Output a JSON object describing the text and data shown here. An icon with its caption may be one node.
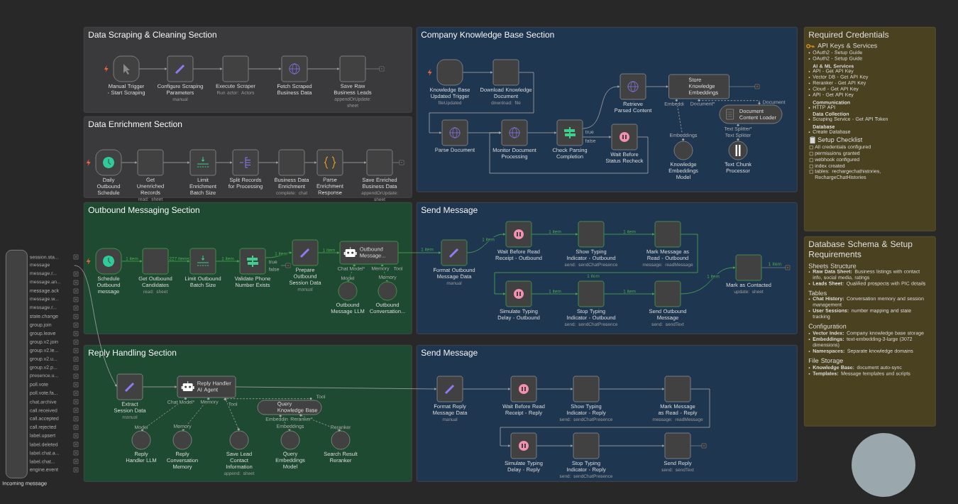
{
  "diagram": {
    "nodes": [
      {
        "text": [
          "Incoming message"
        ],
        "beside": [
          "session.sta...",
          "message",
          "message.r...",
          "message.an...",
          "message.ack",
          "message.w...",
          "message.r...",
          "state.change",
          "group.join",
          "group.leave",
          "group.v2.join",
          "group.v2.le...",
          "group.v2.u...",
          "group.v2.p...",
          "presence.u...",
          "poll.vote",
          "poll.vote.fa...",
          "chat.archive",
          "call.received",
          "call.accepted",
          "call.rejected",
          "label.upsert",
          "label.deleted",
          "label.chat.a...",
          "label.chat...",
          "engine.event"
        ]
      },
      {
        "text": [
          "Data Scraping & Cleaning Section"
        ]
      },
      {
        "text": [
          "Manual Trigger - Start Scraping"
        ],
        "in": 1
      },
      {
        "text": [
          "Configure Scraping Parameters",
          "manual"
        ],
        "in": 1
      },
      {
        "text": [
          "Execute Scraper",
          "Run actor: Actors"
        ],
        "in": 1
      },
      {
        "text": [
          "Fetch Scraped Business Data"
        ],
        "in": 1
      },
      {
        "text": [
          "Save Raw Business Leads",
          "appendOrUpdate: sheet"
        ],
        "in": 1
      },
      {
        "text": [
          "Data Enrichment Section"
        ]
      },
      {
        "text": [
          "Daily Outbound Schedule"
        ],
        "in": 7
      },
      {
        "text": [
          "Get Unenriched Records",
          "read: sheet"
        ],
        "in": 7
      },
      {
        "text": [
          "Limit Enrichment Batch Size"
        ],
        "in": 7
      },
      {
        "text": [
          "Split Records for Processing"
        ],
        "in": 7
      },
      {
        "text": [
          "Business Data Enrichment",
          "complete: chat"
        ],
        "in": 7
      },
      {
        "text": [
          "Parse Enrichment Response"
        ],
        "in": 7
      },
      {
        "text": [
          "Save Enriched Business Data",
          "appendOrUpdate: sheet"
        ],
        "in": 7
      },
      {
        "text": [
          "Company Knowledge Base Section"
        ]
      },
      {
        "text": [
          "Knowledge Base Updated Trigger",
          "fileUpdated"
        ],
        "in": 15
      },
      {
        "text": [
          "Download Knowledge Document",
          "download: file"
        ],
        "in": 15
      },
      {
        "text": [
          "Parse Document"
        ],
        "in": 15
      },
      {
        "text": [
          "Monitor Document Processing"
        ],
        "in": 15
      },
      {
        "text": [
          "Check Parsing Completion"
        ],
        "in": 15,
        "beside": [
          "true",
          "false"
        ]
      },
      {
        "text": [
          "Retrieve Parsed Content"
        ],
        "in": 15
      },
      {
        "text": [
          "Wait Before Status Recheck"
        ],
        "in": 15
      },
      {
        "text": [
          "Store Knowledge Embeddings"
        ],
        "in": 15,
        "beside": [
          "Embeddi",
          "Document*"
        ]
      },
      {
        "text": [
          "Document Content Loader"
        ],
        "in": 15,
        "beside": [
          "Document",
          "Text Splitter*"
        ]
      },
      {
        "text": [
          "Knowledge Embeddings Model"
        ],
        "in": 15,
        "beside": [
          "Embeddings"
        ]
      },
      {
        "text": [
          "Text Chunk Processor"
        ],
        "in": 15,
        "beside": [
          "Text Splitter"
        ]
      },
      {
        "text": [
          "Outbound Messaging Section"
        ]
      },
      {
        "text": [
          "Schedule Outbound message"
        ],
        "in": 27
      },
      {
        "text": [
          "Get Outbound Candidates",
          "read: sheet"
        ],
        "in": 27
      },
      {
        "text": [
          "Limit Outbound Batch Size"
        ],
        "in": 27
      },
      {
        "text": [
          "Validate Phone Number Exists"
        ],
        "in": 27,
        "beside": [
          "true",
          "false"
        ]
      },
      {
        "text": [
          "Prepare Outbound Session Data",
          "manual"
        ],
        "in": 27
      },
      {
        "text": [
          "Outbound Message..."
        ],
        "in": 27,
        "beside": [
          "Chat Model*",
          "Memory",
          "Tool"
        ]
      },
      {
        "text": [
          "Outbound Message LLM"
        ],
        "in": 27,
        "beside": [
          "Model"
        ]
      },
      {
        "text": [
          "Outbound Conversation..."
        ],
        "in": 27,
        "beside": [
          "Memory"
        ]
      },
      {
        "text": [
          "Send Message"
        ]
      },
      {
        "text": [
          "Format Outbound Message Data",
          "manual"
        ],
        "in": 36
      },
      {
        "text": [
          "Wait Before Read Receipt - Outbound"
        ],
        "in": 36
      },
      {
        "text": [
          "Show Typing Indicator - Outbound",
          "send: sendChatPresence"
        ],
        "in": 36
      },
      {
        "text": [
          "Mark Message as Read - Outbound",
          "message: readMessage"
        ],
        "in": 36
      },
      {
        "text": [
          "Simulate Typing Delay - Outbound"
        ],
        "in": 36
      },
      {
        "text": [
          "Stop Typing Indicator - Outbound",
          "send: sendChatPresence"
        ],
        "in": 36
      },
      {
        "text": [
          "Send Outbound Message",
          "send: sendText"
        ],
        "in": 36
      },
      {
        "text": [
          "Mark as Contacted",
          "update: sheet"
        ],
        "in": 36,
        "beside": [
          "1 item"
        ]
      },
      {
        "text": [
          "Reply Handling Section"
        ]
      },
      {
        "text": [
          "Extract Session Data",
          "manual"
        ],
        "in": 45
      },
      {
        "text": [
          "Reply Handler AI Agent"
        ],
        "in": 45,
        "beside": [
          "Chat Model*",
          "Memory",
          "Tool"
        ]
      },
      {
        "text": [
          "Reply Handler LLM"
        ],
        "in": 45,
        "beside": [
          "Model"
        ]
      },
      {
        "text": [
          "Reply Conversation Memory"
        ],
        "in": 45,
        "beside": [
          "Memory"
        ]
      },
      {
        "text": [
          "Save Lead Contact Information",
          "append: sheet"
        ],
        "in": 45
      },
      {
        "text": [
          "Query Knowledge Base"
        ],
        "in": 45,
        "beside": [
          "Tool",
          "Embeddin",
          "Reranker*"
        ]
      },
      {
        "text": [
          "Query Embeddings Model"
        ],
        "in": 45,
        "beside": [
          "Embeddings"
        ]
      },
      {
        "text": [
          "Search Result Reranker"
        ],
        "in": 45,
        "beside": [
          "Reranker"
        ]
      },
      {
        "text": [
          "Send Message"
        ]
      },
      {
        "text": [
          "Format Reply Message Data",
          "manual"
        ],
        "in": 54
      },
      {
        "text": [
          "Wait Before Read Receipt - Reply"
        ],
        "in": 54
      },
      {
        "text": [
          "Show Typing Indicator - Reply",
          "send: sendChatPresence"
        ],
        "in": 54
      },
      {
        "text": [
          "Mark Message as Read - Reply",
          "message: readMessage"
        ],
        "in": 54
      },
      {
        "text": [
          "Simulate Typing Delay - Reply"
        ],
        "in": 54
      },
      {
        "text": [
          "Stop Typing Indicator - Reply",
          "send: sendChatPresence"
        ],
        "in": 54
      },
      {
        "text": [
          "Send Reply",
          "send: sendText"
        ],
        "in": 54
      },
      {
        "text": [
          "Required Credentials",
          "API Keys & Services",
          "OAuth2 - Setup Guide",
          "OAuth2 - Setup Guide",
          "AI & ML Services",
          "API - Get API Key",
          "Vector DB - Get API Key",
          "Reranker - Get API Key",
          "Cloud - Get API Key",
          "API - Get API Key",
          "Communication",
          "HTTP API",
          "Data Collection",
          "Scraping Service - Get API Token",
          "Database",
          "Create Database",
          "Setup Checklist",
          "All credentials configured",
          "permissions granted",
          "webhook configured",
          "index created",
          "tables: rechargechathistories, RechargeChatHistories"
        ]
      },
      {
        "text": [
          "Database Schema & Setup Requirements",
          "Sheets Structure",
          "**Raw Data Sheet:** Business listings with contact info, social media, ratings",
          "**Leads Sheet:** Qualified prospects with PIC details",
          "Tables",
          "**Chat History:** Conversation memory and session management",
          "**User Sessions:** number mapping and state tracking",
          "Configuration",
          "**Vector Index:** Company knowledge base storage",
          "**Embeddings:** text-embedding-3-large (3072 dimensions)",
          "**Namespaces:** Separate knowledge domains",
          "File Storage",
          "**Knowledge Base:** document auto-sync",
          "**Templates:** Message templates and scripts"
        ]
      }
    ],
    "edges": [
      {
        "from": 2,
        "to": 3,
        "arrow": "to"
      },
      {
        "from": 3,
        "to": 4,
        "arrow": "to"
      },
      {
        "from": 4,
        "to": 5,
        "arrow": "to"
      },
      {
        "from": 5,
        "to": 6,
        "arrow": "to"
      },
      {
        "from": 8,
        "to": 9,
        "arrow": "to"
      },
      {
        "from": 9,
        "to": 10,
        "arrow": "to"
      },
      {
        "from": 10,
        "to": 11,
        "arrow": "to"
      },
      {
        "from": 11,
        "to": 12,
        "arrow": "to"
      },
      {
        "from": 12,
        "to": 13,
        "arrow": "to"
      },
      {
        "from": 13,
        "to": 14,
        "arrow": "to"
      },
      {
        "from": 16,
        "to": 17,
        "arrow": "to"
      },
      {
        "from": 17,
        "to": 18,
        "arrow": "to"
      },
      {
        "from": 18,
        "to": 19,
        "arrow": "to"
      },
      {
        "from": 19,
        "to": 20,
        "arrow": "to"
      },
      {
        "from": 20,
        "to": 21,
        "arrow": "to"
      },
      {
        "from": 20,
        "to": 22,
        "arrow": "to"
      },
      {
        "from": 22,
        "to": 19,
        "arrow": "to"
      },
      {
        "from": 21,
        "to": 23,
        "arrow": "to"
      },
      {
        "from": 25,
        "to": 23,
        "arrow": "other",
        "style": "dashed"
      },
      {
        "from": 24,
        "to": 23,
        "arrow": "other",
        "style": "dashed"
      },
      {
        "from": 26,
        "to": 24,
        "arrow": "other",
        "style": "dashed"
      },
      {
        "from": 28,
        "to": 29,
        "arrow": "to",
        "label": "1 item",
        "color": "#4caf50"
      },
      {
        "from": 29,
        "to": 30,
        "arrow": "to",
        "label": "227 items",
        "color": "#4caf50"
      },
      {
        "from": 30,
        "to": 31,
        "arrow": "to",
        "label": "1 item",
        "color": "#4caf50"
      },
      {
        "from": 31,
        "to": 32,
        "arrow": "to",
        "label": "1 item",
        "color": "#4caf50"
      },
      {
        "from": 32,
        "to": 33,
        "arrow": "to",
        "label": "1 item",
        "color": "#4caf50"
      },
      {
        "from": 34,
        "to": 33,
        "arrow": "other",
        "style": "dashed",
        "color": "#4caf50"
      },
      {
        "from": 35,
        "to": 33,
        "arrow": "other",
        "style": "dashed",
        "color": "#4caf50"
      },
      {
        "from": 33,
        "to": 37,
        "arrow": "to",
        "label": "1 item",
        "color": "#4caf50"
      },
      {
        "from": 37,
        "to": 38,
        "arrow": "to",
        "label": "1 item",
        "color": "#4caf50"
      },
      {
        "from": 38,
        "to": 39,
        "arrow": "to",
        "label": "1 item",
        "color": "#4caf50"
      },
      {
        "from": 39,
        "to": 40,
        "arrow": "to",
        "label": "1 item",
        "color": "#4caf50"
      },
      {
        "from": 40,
        "to": 41,
        "arrow": "to",
        "label": "1 item",
        "color": "#4caf50"
      },
      {
        "from": 41,
        "to": 42,
        "arrow": "to",
        "label": "1 item",
        "color": "#4caf50"
      },
      {
        "from": 42,
        "to": 43,
        "arrow": "to",
        "label": "1 item",
        "color": "#4caf50"
      },
      {
        "from": 43,
        "to": 44,
        "arrow": "to",
        "label": "1 item",
        "color": "#4caf50"
      },
      {
        "from": 0,
        "to": 46,
        "arrow": "to"
      },
      {
        "from": 46,
        "to": 47,
        "arrow": "to"
      },
      {
        "from": 47,
        "to": 55,
        "arrow": "to"
      },
      {
        "from": 48,
        "to": 47,
        "arrow": "other",
        "style": "dashed"
      },
      {
        "from": 49,
        "to": 47,
        "arrow": "other",
        "style": "dashed"
      },
      {
        "from": 50,
        "to": 47,
        "arrow": "other",
        "style": "dashed"
      },
      {
        "from": 51,
        "to": 47,
        "arrow": "other",
        "style": "dashed"
      },
      {
        "from": 52,
        "to": 51,
        "arrow": "other",
        "style": "dashed"
      },
      {
        "from": 53,
        "to": 51,
        "arrow": "other",
        "style": "dashed"
      },
      {
        "from": 55,
        "to": 56,
        "arrow": "to"
      },
      {
        "from": 56,
        "to": 57,
        "arrow": "to"
      },
      {
        "from": 57,
        "to": 58,
        "arrow": "to"
      },
      {
        "from": 58,
        "to": 59,
        "arrow": "to"
      },
      {
        "from": 59,
        "to": 60,
        "arrow": "to"
      },
      {
        "from": 60,
        "to": 61,
        "arrow": "to"
      }
    ]
  }
}
